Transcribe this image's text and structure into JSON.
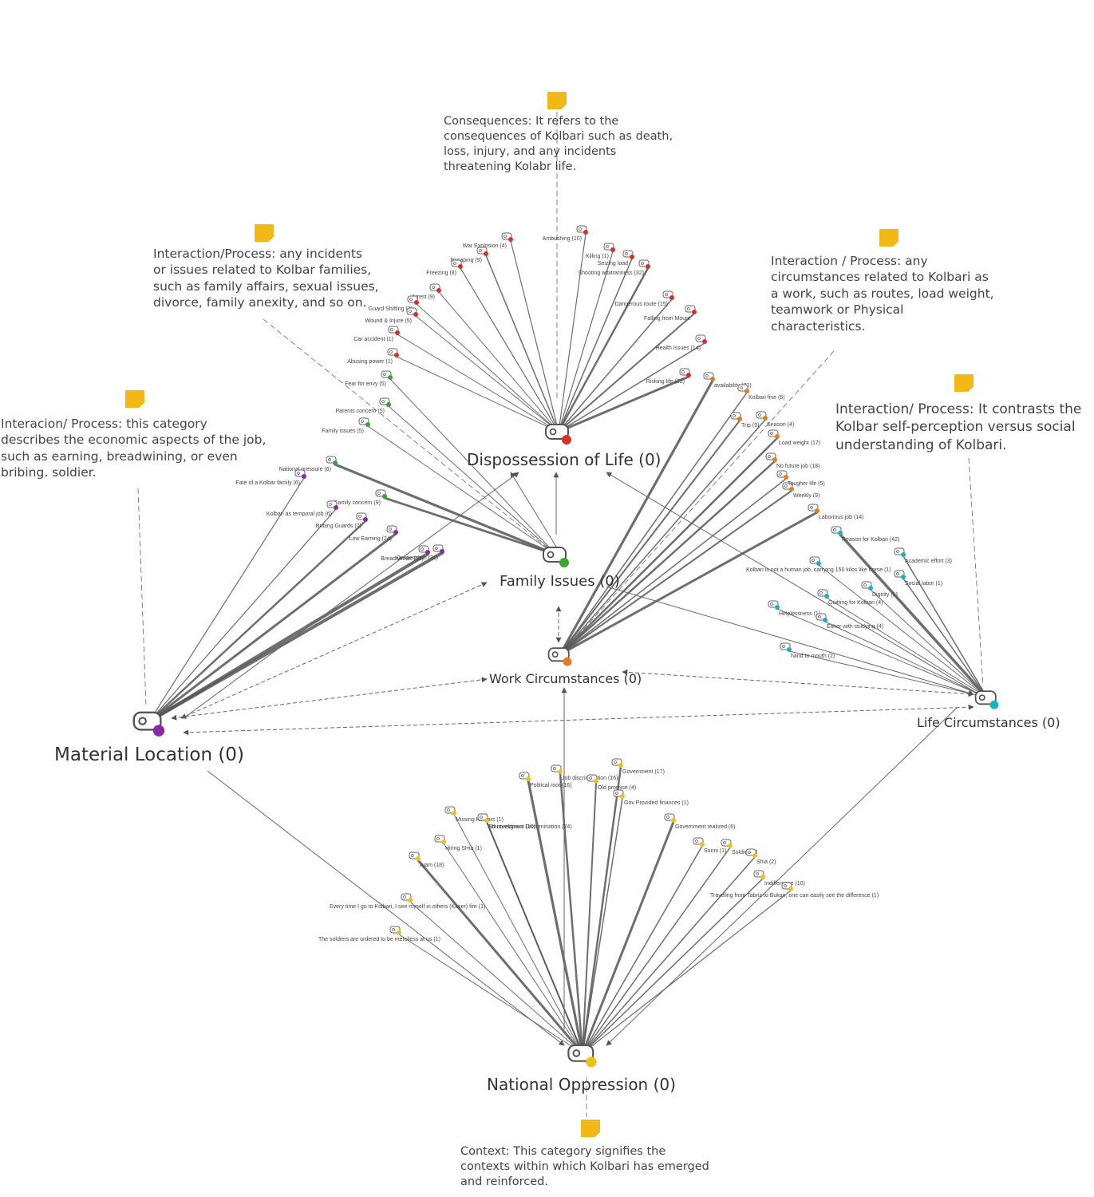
{
  "colors": {
    "dispossession": "#d7312a",
    "family": "#3ba334",
    "work": "#ea7a1c",
    "material": "#8b2aa8",
    "life": "#1ab2c0",
    "national": "#e9c21c",
    "sticky": "#f1b816",
    "line": "#555555"
  },
  "categories": {
    "dispossession": {
      "label": "Dispossession of Life (0)",
      "icon": "code-tag-icon"
    },
    "family": {
      "label": "Family Issues (0)",
      "icon": "code-tag-icon"
    },
    "work": {
      "label": "Work Circumstances (0)",
      "icon": "code-tag-icon"
    },
    "material": {
      "label": "Material Location (0)",
      "icon": "code-tag-icon"
    },
    "life": {
      "label": "Life Circumstances (0)",
      "icon": "code-tag-icon"
    },
    "national": {
      "label": "National Oppression (0)",
      "icon": "code-tag-icon"
    }
  },
  "memos": {
    "consequences": [
      "Consequences: It refers to  the",
      "consequences of Kolbari such as death,",
      "loss, injury, and any incidents",
      "threatening Kolabr life."
    ],
    "family": [
      "Interaction/Process: any incidents",
      "or issues related to Kolbar families,",
      "such as family affairs, sexual issues,",
      "divorce, family anexity, and so on."
    ],
    "work": [
      "Interaction / Process: any",
      "circumstances related to Kolbari as",
      "a work, such as routes, load weight,",
      "teamwork or Physical",
      "characteristics."
    ],
    "material": [
      "Interacion/ Process: this category",
      "describes the economic aspects of the job,",
      "such as earning, breadwining, or even",
      "bribing. soldier."
    ],
    "life": [
      "Interaction/ Process: It contrasts the",
      "Kolbar self-perception versus social",
      "understanding of Kolbari."
    ],
    "national": [
      "Context: This category signifies the",
      "contexts within which Kolbari has emerged",
      "and reinforced."
    ]
  },
  "codes": {
    "dispossession": [
      "War Explosion (4)",
      "Ambushing (10)",
      "Escaping (9)",
      "Killing (1)",
      "Freezing (8)",
      "Seizing load",
      "Arrest (9)",
      "Shooting arbitrariness (32)",
      "Guard Shifting (7)",
      "Falling from Mount",
      "Wound & Injure (5)",
      "Dangerous route (15)",
      "Car accident (1)",
      "Health issues (14)",
      "Abusing power (1)",
      "Risking life (22)"
    ],
    "family": [
      "Fear for envy (5)",
      "Parents concern (5)",
      "Family issues (5)",
      "National pressure (6)",
      "Family concern (9)"
    ],
    "work": [
      "availability (22)",
      "Kolbari fine (6)",
      "Trip (9)",
      "Season (4)",
      "Load weight (17)",
      "No future job (18)",
      "Weekly (9)",
      "Tougher life (5)",
      "Laborious job (14)"
    ],
    "material": [
      "Fate of a Kolbar family (6)",
      "Kolbari as temporal job (6)",
      "Bribing Guards (7)",
      "Low Earning (24)",
      "Breadwinner (13)",
      "Desperation (31)"
    ],
    "life": [
      "Reason for Kolbari (42)",
      "Academic effort (3)",
      "Kolbari is not a human job, carrying 150 kilos like horse (1)",
      "Social labor (1)",
      "Dignity (1)",
      "Quitting for Kolbari (4)",
      "Helplessness (1)",
      "Either with studying (4)",
      "hand to mouth (2)"
    ],
    "national": [
      "Political root (16)",
      "Government (17)",
      "Job discrimination (16)",
      "Old promise (4)",
      "No investment (10)",
      "Gov Provided finances (1)",
      "Missing Kolbars (1)",
      "Government realized (6)",
      "Ethnoreligious Discrimination (24)",
      "Hiring SHia (1)",
      "Ajam (18)",
      "Sunni (1)",
      "Soldier (3)",
      "Shia (2)",
      "Indifference (10)",
      "Traveling from Tabriz to Bukan, one can easily see the difference (1)",
      "Every time I go to Kolbari, I see myself in others (Kaser) fire (1)",
      "The soldiers are ordered to be merciless at us (1)"
    ]
  }
}
